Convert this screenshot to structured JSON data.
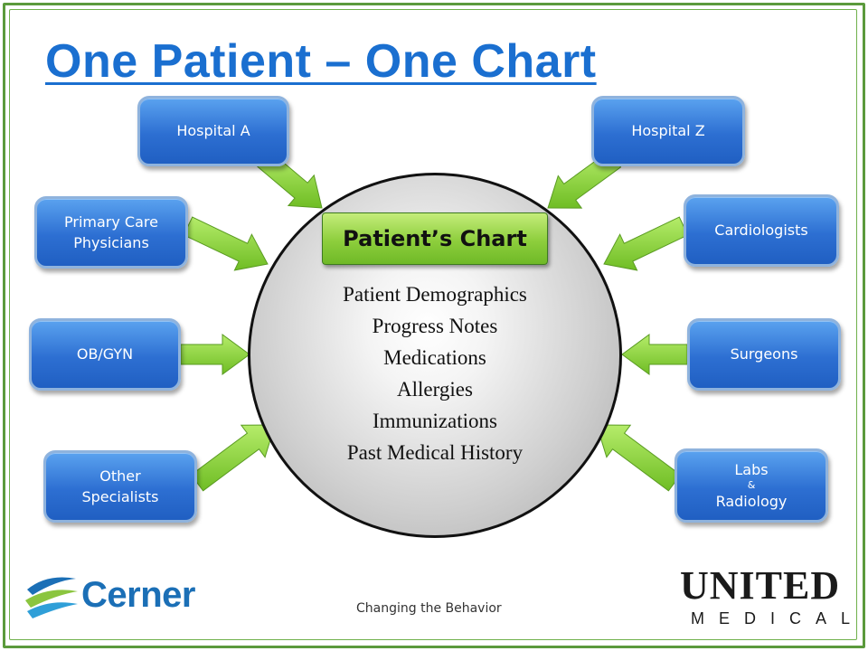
{
  "title": "One Patient – One Chart",
  "center": {
    "label": "Patient’s Chart",
    "items": [
      "Patient Demographics",
      "Progress Notes",
      "Medications",
      "Allergies",
      "Immunizations",
      "Past Medical History"
    ]
  },
  "nodes_left": [
    {
      "lines": [
        "Hospital A"
      ]
    },
    {
      "lines": [
        "Primary Care",
        "Physicians"
      ]
    },
    {
      "lines": [
        "OB/GYN"
      ]
    },
    {
      "lines": [
        "Other",
        "Specialists"
      ]
    }
  ],
  "nodes_right": [
    {
      "lines": [
        "Hospital Z"
      ]
    },
    {
      "lines": [
        "Cardiologists"
      ]
    },
    {
      "lines": [
        "Surgeons"
      ]
    },
    {
      "lines": [
        "Labs",
        "&",
        "Radiology"
      ]
    }
  ],
  "footer": {
    "text": "Changing the Behavior"
  },
  "logos": {
    "cerner": {
      "text": "Cerner",
      "icon": "cerner-swoosh-icon"
    },
    "united": {
      "text": "UNITED",
      "subtext": "MEDICAL",
      "icon": "united-medical-figure-icon"
    }
  },
  "colors": {
    "title": "#1a6fd0",
    "node_fill": "#2d6fd2",
    "arrow_fill": "#8bd13c",
    "label_fill": "#8dce3c",
    "frame": "#5b9a3c"
  }
}
